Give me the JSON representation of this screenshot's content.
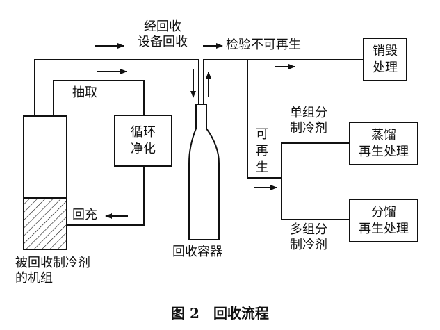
{
  "labels": {
    "via_recovery_device": "经回收\n设备回收",
    "extract": "抽取",
    "recharge": "回充",
    "inspection_not_renewable": "检验不可再生",
    "renewable": "可再生",
    "single_component": "单组分\n制冷剂",
    "multi_component": "多组分\n制冷剂",
    "recovery_container": "回收容器",
    "unit_with_refrigerant": "被回收制冷剂\n的机组"
  },
  "boxes": {
    "cycle_purify": "循环\n净化",
    "destroy": "销毁\n处理",
    "distill": "蒸馏\n再生处理",
    "fractionate": "分馏\n再生处理"
  },
  "caption": {
    "number": "图 2",
    "title": "回收流程"
  }
}
